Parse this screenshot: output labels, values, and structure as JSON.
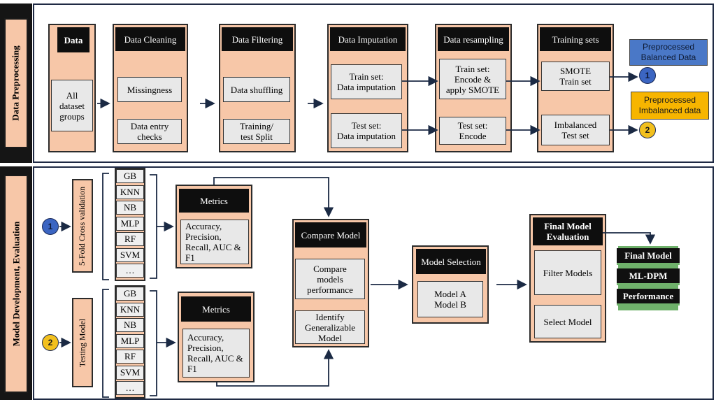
{
  "sections": {
    "top_label": "Data Preprocessing",
    "bottom_label": "Model Development, Evaluation"
  },
  "preprocessing": {
    "data": {
      "title": "Data",
      "box": "All\ndataset\ngroups"
    },
    "cleaning": {
      "title": "Data Cleaning",
      "items": [
        "Missingness",
        "Data entry\nchecks"
      ]
    },
    "filtering": {
      "title": "Data Filtering",
      "items": [
        "Data shuffling",
        "Training/\ntest Split"
      ]
    },
    "imputation": {
      "title": "Data Imputation",
      "items": [
        "Train set:\nData imputation",
        "Test set:\nData imputation"
      ]
    },
    "resampling": {
      "title": "Data resampling",
      "items": [
        "Train set:\nEncode &\napply SMOTE",
        "Test set:\nEncode"
      ]
    },
    "training": {
      "title": "Training sets",
      "items": [
        "SMOTE\nTrain set",
        "Imbalanced\nTest set"
      ]
    },
    "outputs": [
      {
        "label": "Preprocessed\nBalanced Data",
        "number": "1",
        "color": "#4a78c7",
        "circle": "#3b65c2"
      },
      {
        "label": "Preprocessed\nImbalanced data",
        "number": "2",
        "color": "#f7b500",
        "circle": "#f2c01e"
      }
    ]
  },
  "modeling": {
    "cv_label": "5-Fold Cross validation",
    "test_label": "Testing Model",
    "circle1": "1",
    "circle2": "2",
    "models": [
      "GB",
      "KNN",
      "NB",
      "MLP",
      "RF",
      "SVM",
      "…"
    ],
    "metrics_top": {
      "title": "Metrics",
      "body": "Accuracy,\nPrecision,\nRecall, AUC &\nF1"
    },
    "metrics_bottom": {
      "title": "Metrics",
      "body": "Accuracy,\nPrecision,\nRecall, AUC &\nF1"
    },
    "compare": {
      "title": "Compare Model",
      "items": [
        "Compare\nmodels\nperformance",
        "Identify\nGeneralizable\nModel"
      ]
    },
    "selection": {
      "title": "Model Selection",
      "body": "Model A\nModel B"
    },
    "final_eval": {
      "title": "Final Model\nEvaluation",
      "items": [
        "Filter Models",
        "Select Model"
      ]
    },
    "final_stack": [
      "Final Model",
      "ML-DPM",
      "Performance"
    ]
  }
}
